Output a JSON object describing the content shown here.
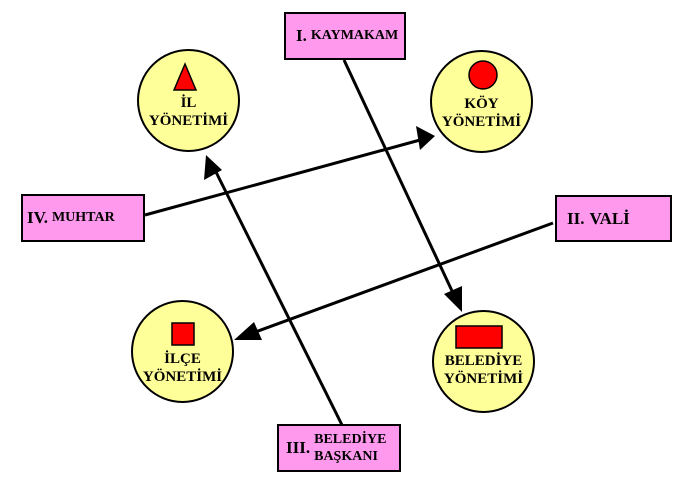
{
  "roles": {
    "kaymakam": {
      "num": "I.",
      "name": "KAYMAKAM"
    },
    "vali": {
      "num": "II.",
      "name": "VALİ"
    },
    "belediye_baskani": {
      "num": "III.",
      "name_line1": "BELEDİYE",
      "name_line2": "BAŞKANI"
    },
    "muhtar": {
      "num": "IV.",
      "name": "MUHTAR"
    }
  },
  "units": {
    "il": {
      "line1": "İL",
      "line2": "YÖNETİMİ",
      "symbol": "triangle"
    },
    "koy": {
      "line1": "KÖY",
      "line2": "YÖNETİMİ",
      "symbol": "circle"
    },
    "ilce": {
      "line1": "İLÇE",
      "line2": "YÖNETİMİ",
      "symbol": "square"
    },
    "belediye": {
      "line1": "BELEDİYE",
      "line2": "YÖNETİMİ",
      "symbol": "rectangle"
    }
  },
  "connections": [
    {
      "from": "kaymakam",
      "to": "belediye"
    },
    {
      "from": "vali",
      "to": "ilce"
    },
    {
      "from": "belediye_baskani",
      "to": "il"
    },
    {
      "from": "muhtar",
      "to": "koy"
    }
  ],
  "colors": {
    "box": "#ff99ee",
    "circle": "#ffff99",
    "symbol": "#ff0000"
  }
}
